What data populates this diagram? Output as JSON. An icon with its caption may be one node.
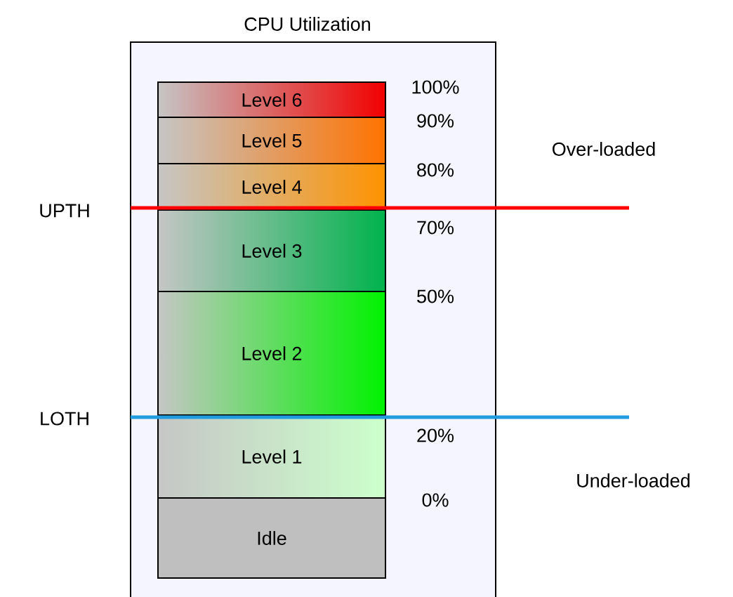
{
  "diagram": {
    "nodes": [
      {
        "text": [
          "CPU Utilization"
        ]
      },
      {
        "text": [
          "Level 6"
        ],
        "in": 0
      },
      {
        "text": [
          "Level 5"
        ],
        "in": 0
      },
      {
        "text": [
          "Level 4"
        ],
        "in": 0
      },
      {
        "text": [
          "Level 3"
        ],
        "in": 0
      },
      {
        "text": [
          "Level 2"
        ],
        "in": 0
      },
      {
        "text": [
          "Level 1"
        ],
        "in": 0
      },
      {
        "text": [
          "Idle"
        ],
        "in": 0
      }
    ],
    "labels": [
      "100%",
      "90%",
      "Over-loaded",
      "80%",
      "UPTH",
      "70%",
      "50%",
      "LOTH",
      "20%",
      "Under-loaded",
      "0%"
    ]
  }
}
